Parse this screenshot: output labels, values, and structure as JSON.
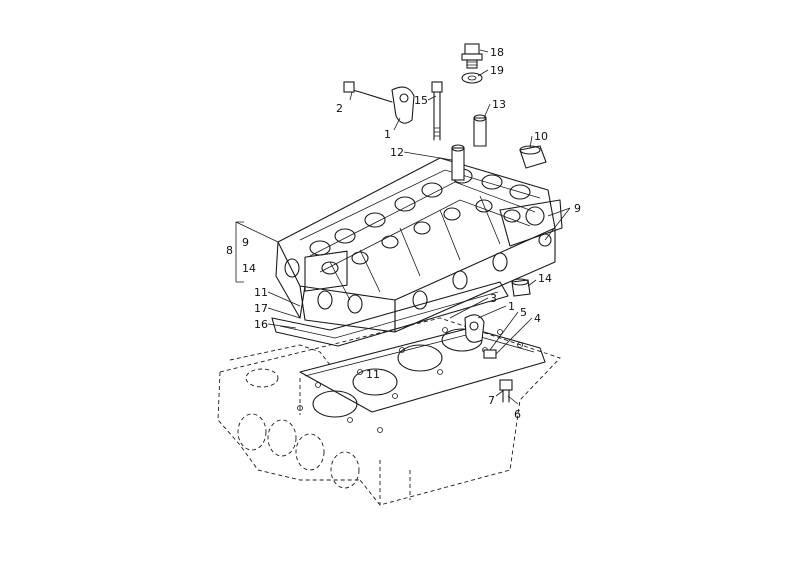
{
  "callouts": [
    {
      "id": "c18",
      "text": "18"
    },
    {
      "id": "c19",
      "text": "19"
    },
    {
      "id": "c2",
      "text": "2"
    },
    {
      "id": "c15",
      "text": "15"
    },
    {
      "id": "c13",
      "text": "13"
    },
    {
      "id": "c1a",
      "text": "1"
    },
    {
      "id": "c10",
      "text": "10"
    },
    {
      "id": "c12",
      "text": "12"
    },
    {
      "id": "c9a",
      "text": "9"
    },
    {
      "id": "c8",
      "text": "8"
    },
    {
      "id": "c9b",
      "text": "9"
    },
    {
      "id": "c14a",
      "text": "14"
    },
    {
      "id": "c14b",
      "text": "14"
    },
    {
      "id": "c11a",
      "text": "11"
    },
    {
      "id": "c3",
      "text": "3"
    },
    {
      "id": "c1b",
      "text": "1"
    },
    {
      "id": "c17",
      "text": "17"
    },
    {
      "id": "c5",
      "text": "5"
    },
    {
      "id": "c4",
      "text": "4"
    },
    {
      "id": "c16",
      "text": "16"
    },
    {
      "id": "c11b",
      "text": "11"
    },
    {
      "id": "c7",
      "text": "7"
    },
    {
      "id": "c6",
      "text": "6"
    }
  ]
}
